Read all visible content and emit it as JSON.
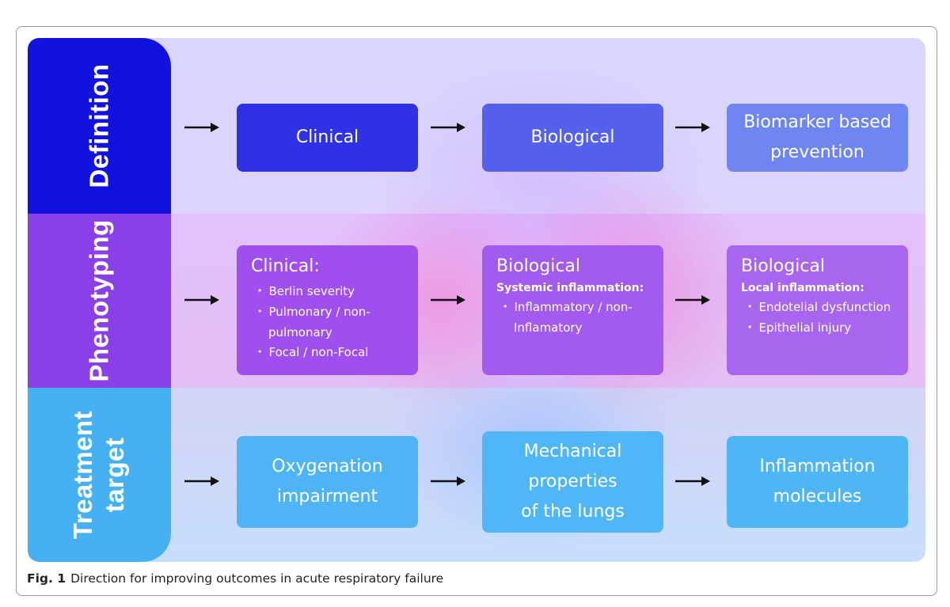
{
  "rows": {
    "definition": {
      "label": "Definition",
      "boxes": [
        "Clinical",
        "Biological",
        "Biomarker based prevention"
      ]
    },
    "phenotyping": {
      "label": "Phenotyping",
      "boxes": [
        {
          "heading": "Clinical:",
          "items": [
            "Berlin severity",
            "Pulmonary / non-",
            "pulmonary",
            "Focal / non-Focal"
          ]
        },
        {
          "heading": "Biological",
          "subheading": "Systemic inflammation:",
          "items": [
            "Inflammatory / non-",
            "Inflamatory"
          ]
        },
        {
          "heading": "Biological",
          "subheading": "Local inflammation:",
          "items": [
            "Endotelial dysfunction",
            "Epithelial injury"
          ]
        }
      ]
    },
    "treatment": {
      "label_line1": "Treatment",
      "label_line2": "target",
      "boxes": [
        [
          "Oxygenation",
          "impairment"
        ],
        [
          "Mechanical",
          "properties",
          "of the lungs"
        ],
        [
          "Inflammation",
          "molecules"
        ]
      ]
    }
  },
  "caption": {
    "fig": "Fig. 1",
    "text": "Direction for improving outcomes in acute respiratory failure"
  },
  "colors": {
    "definition": "#1111e0",
    "phenotyping": "#8a3fe8",
    "treatment": "#45b1f3"
  }
}
